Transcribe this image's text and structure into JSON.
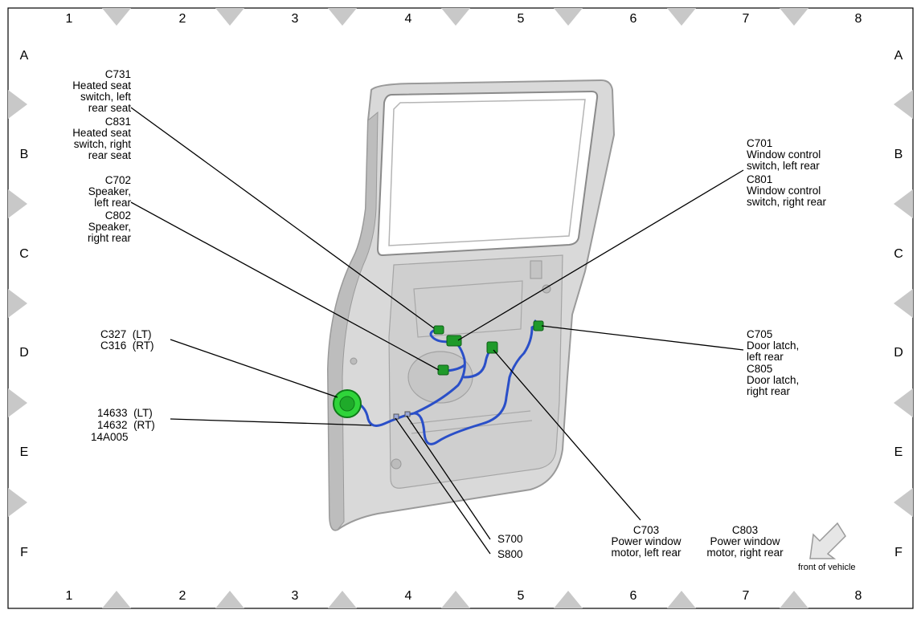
{
  "grid": {
    "columns": [
      "1",
      "2",
      "3",
      "4",
      "5",
      "6",
      "7",
      "8"
    ],
    "rows": [
      "A",
      "B",
      "C",
      "D",
      "E",
      "F"
    ]
  },
  "callouts": {
    "c731": {
      "code": "C731",
      "lines": [
        "Heated seat",
        "switch, left",
        "rear seat"
      ]
    },
    "c831": {
      "code": "C831",
      "lines": [
        "Heated seat",
        "switch, right",
        "rear seat"
      ]
    },
    "c702": {
      "code": "C702",
      "lines": [
        "Speaker,",
        "left rear"
      ]
    },
    "c802": {
      "code": "C802",
      "lines": [
        "Speaker,",
        "right rear"
      ]
    },
    "c327": {
      "code": "C327",
      "side": "(LT)"
    },
    "c316": {
      "code": "C316",
      "side": "(RT)"
    },
    "h14633": {
      "code": "14633",
      "side": "(LT)"
    },
    "h14632": {
      "code": "14632",
      "side": "(RT)"
    },
    "h14a005": {
      "code": "14A005"
    },
    "c701": {
      "code": "C701",
      "lines": [
        "Window control",
        "switch, left rear"
      ]
    },
    "c801": {
      "code": "C801",
      "lines": [
        "Window control",
        "switch, right rear"
      ]
    },
    "c705": {
      "code": "C705",
      "lines": [
        "Door latch,",
        "left rear"
      ]
    },
    "c805": {
      "code": "C805",
      "lines": [
        "Door latch,",
        "right rear"
      ]
    },
    "s700": {
      "code": "S700"
    },
    "s800": {
      "code": "S800"
    },
    "c703": {
      "code": "C703",
      "lines": [
        "Power window",
        "motor, left rear"
      ]
    },
    "c803": {
      "code": "C803",
      "lines": [
        "Power window",
        "motor, right rear"
      ]
    }
  },
  "orientation": {
    "label": "front of vehicle"
  },
  "colors": {
    "harness": "#2a4fc8",
    "connector": "#1f9a2a",
    "door_fill": "#d9d9d9",
    "door_edge": "#9a9a9a",
    "triangle": "#c8c8c8"
  }
}
